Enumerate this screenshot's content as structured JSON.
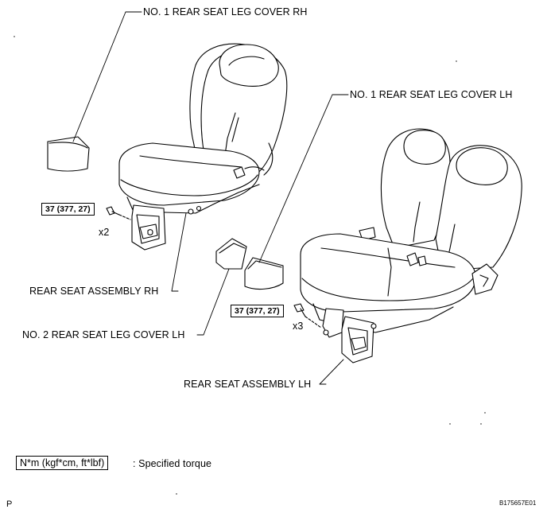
{
  "labels": {
    "leg_cover_rh": "NO. 1 REAR SEAT LEG COVER RH",
    "leg_cover_lh": "NO. 1 REAR SEAT LEG COVER LH",
    "seat_assembly_rh": "REAR SEAT ASSEMBLY RH",
    "leg_cover_2_lh": "NO. 2 REAR SEAT LEG COVER LH",
    "seat_assembly_lh": "REAR SEAT ASSEMBLY LH"
  },
  "torque": {
    "rh_value": "37 (377, 27)",
    "rh_qty": "x2",
    "lh_value": "37 (377, 27)",
    "lh_qty": "x3"
  },
  "legend": {
    "unit_box": "N*m (kgf*cm, ft*lbf)",
    "description": ": Specified torque"
  },
  "footer": {
    "corner_left": "P",
    "figure_code": "B175657E01"
  }
}
